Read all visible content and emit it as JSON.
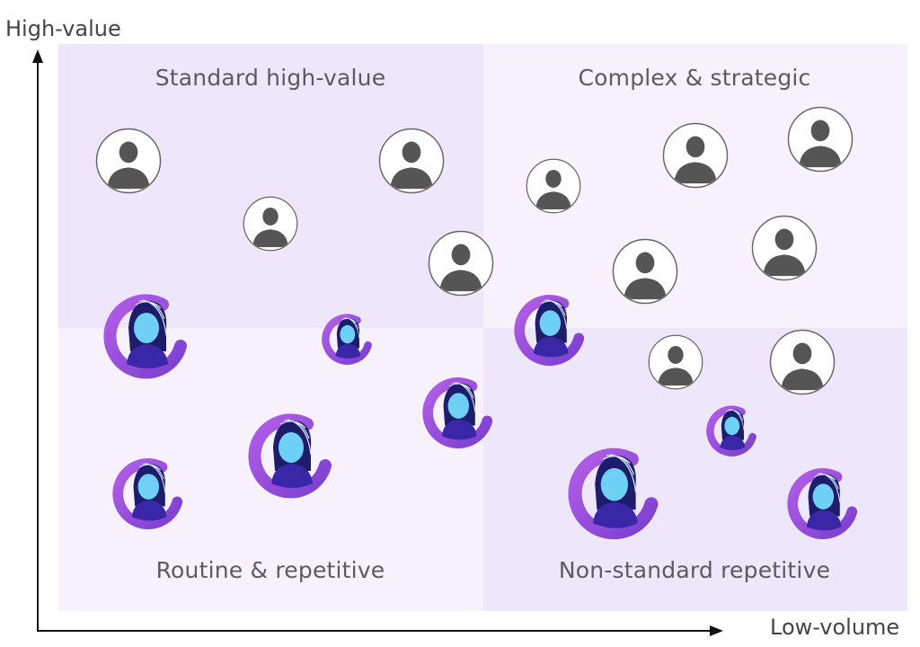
{
  "axes": {
    "y_label": "High-value",
    "x_label": "Low-volume"
  },
  "quadrants": {
    "top_left": "Standard high-value",
    "top_right": "Complex & strategic",
    "bottom_left": "Routine & repetitive",
    "bottom_right": "Non-standard repetitive"
  },
  "icons": {
    "person": "person-icon",
    "agent": "ai-agent-icon"
  },
  "colors": {
    "quadrant_dark": "#eee6fa",
    "quadrant_light": "#f7f1fd",
    "person_fill": "#555555",
    "agent_ring": "#9b4fd9",
    "agent_face": "#6fd0f5",
    "agent_body": "#3a27a8"
  }
}
